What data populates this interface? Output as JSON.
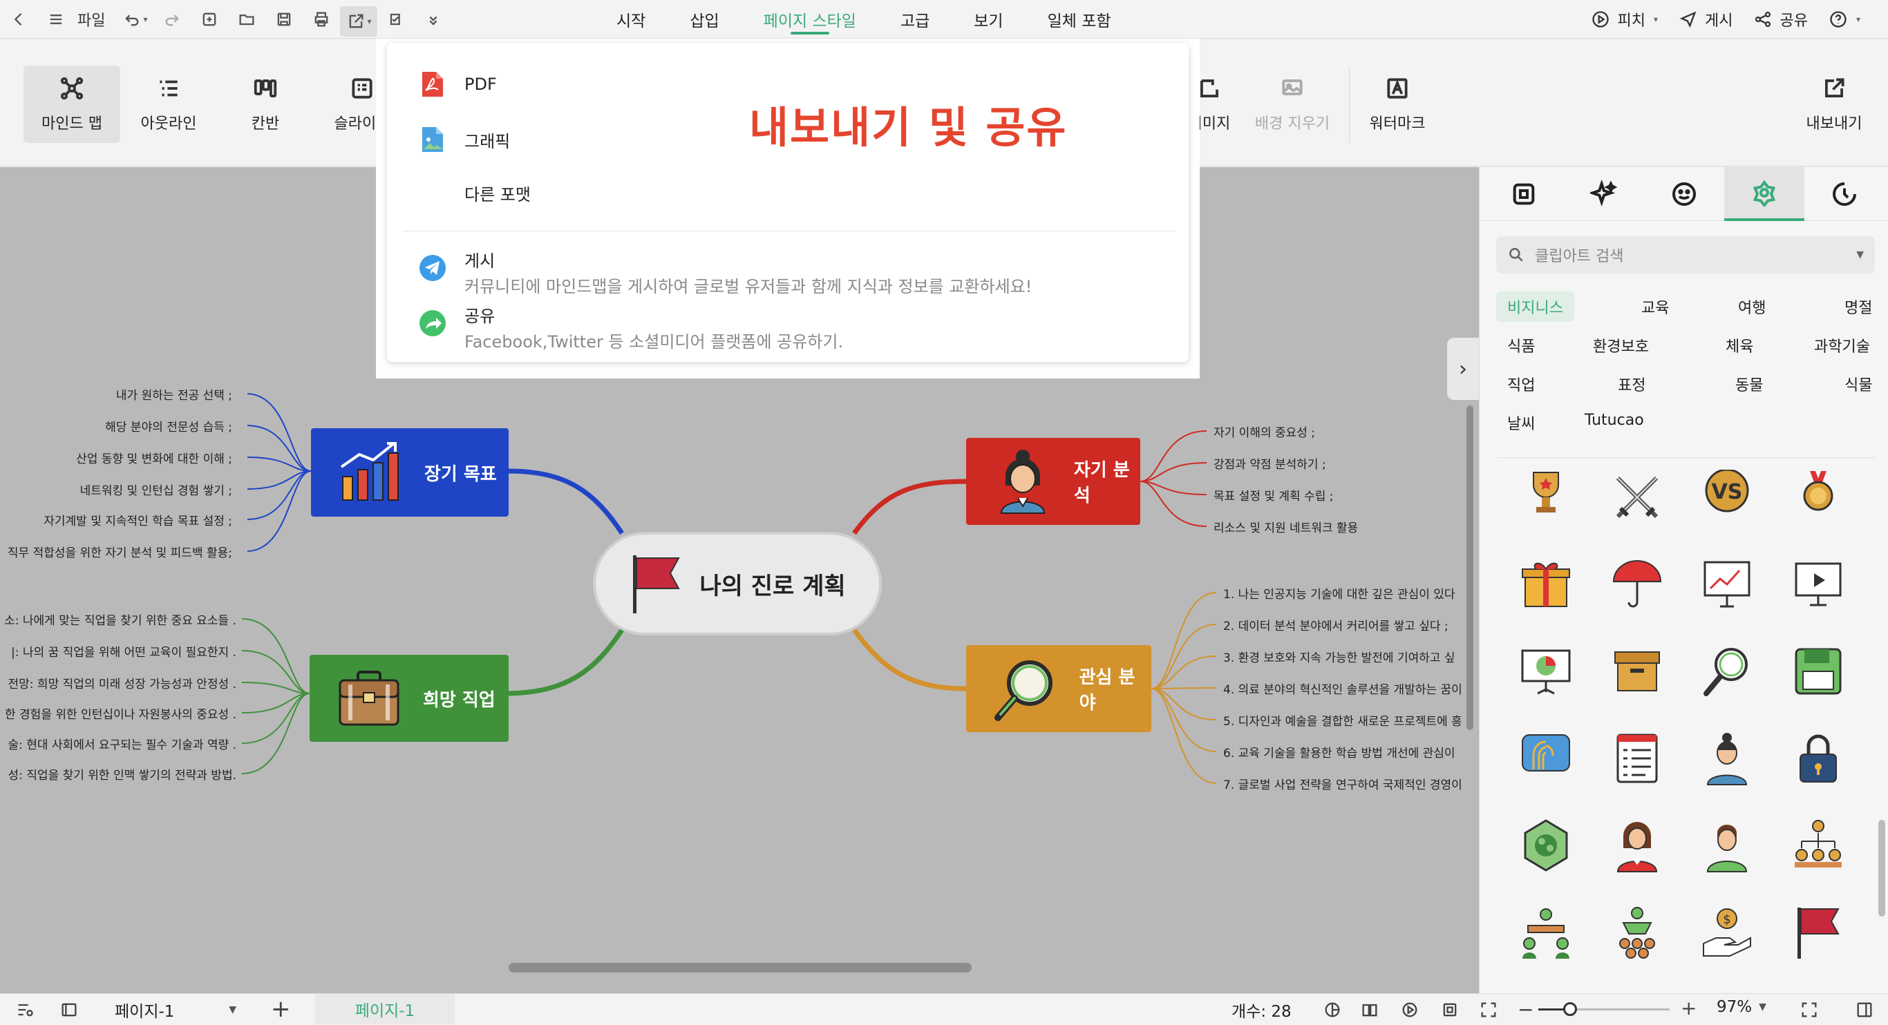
{
  "toolbar": {
    "file_label": "파일",
    "menus": [
      "시작",
      "삽입",
      "페이지 스타일",
      "고급",
      "보기",
      "일체 포함"
    ],
    "active_menu_index": 2,
    "pitch_label": "피치",
    "post_label": "게시",
    "share_label": "공유"
  },
  "ribbon": {
    "items": [
      "마인드 맵",
      "아웃라인",
      "칸반",
      "슬라이드",
      "이미지",
      "배경 지우기",
      "워터마크",
      "내보내기"
    ]
  },
  "export_menu": {
    "title": "내보내기 및 공유",
    "pdf": "PDF",
    "graphic": "그래픽",
    "other_format": "다른 포맷",
    "post_label": "게시",
    "post_desc": "커뮤니티에 마인드맵을 게시하여 글로벌 유저들과 함께 지식과 정보를 교환하세요!",
    "share_label": "공유",
    "share_desc": "Facebook,Twitter 등 소셜미디어 플랫폼에 공유하기."
  },
  "mindmap": {
    "central": "나의 진로 계획",
    "branches": {
      "long_term": "장기 목표",
      "hope_job": "희망 직업",
      "self_analysis": "자기 분석",
      "interest": "관심 분야"
    },
    "colors": {
      "long_term": "#1f45c6",
      "hope_job": "#3f913a",
      "self_analysis": "#cc2a22",
      "interest": "#d3922c"
    },
    "long_term_leaves": [
      "내가 원하는 전공 선택 ;",
      "해당 분야의 전문성 습득 ;",
      "산업 동향 및 변화에 대한 이해 ;",
      "네트워킹 및 인턴십 경험 쌓기 ;",
      "자기계발 및 지속적인 학습 목표 설정 ;",
      "직무 적합성을 위한 자기 분석 및 피드백 활용;"
    ],
    "hope_job_leaves": [
      "소: 나에게 맞는 직업을 찾기 위한 중요 요소들 .",
      "|: 나의 꿈 직업을 위해 어떤 교육이 필요한지 .",
      "전망: 희망 직업의 미래 성장 가능성과 안정성 .",
      "한 경험을 위한 인턴십이나 자원봉사의 중요성 .",
      "술: 현대 사회에서 요구되는 필수 기술과 역량 .",
      "성: 직업을 찾기 위한 인맥 쌓기의 전략과 방법."
    ],
    "self_analysis_leaves": [
      "자기 이해의 중요성 ;",
      "강점과 약점 분석하기 ;",
      "목표 설정 및 계획 수립 ;",
      "리소스 및 지원 네트워크 활용"
    ],
    "interest_leaves": [
      "1. 나는 인공지능 기술에 대한 깊은 관심이 있다",
      "2. 데이터 분석 분야에서 커리어를 쌓고 싶다 ;",
      "3. 환경 보호와 지속 가능한 발전에 기여하고 싶",
      "4. 의료 분야의 혁신적인 솔루션을 개발하는 꿈이",
      "5. 디자인과 예술을 결합한 새로운 프로젝트에 흥",
      "6. 교육 기술을 활용한 학습 방법 개선에 관심이",
      "7. 글로벌 사업 전략을 연구하여 국제적인 경영이"
    ]
  },
  "right_panel": {
    "search_placeholder": "클립아트 검색",
    "categories": [
      "비지니스",
      "교육",
      "여행",
      "명절",
      "식품",
      "환경보호",
      "체육",
      "과학기술",
      "직업",
      "표정",
      "동물",
      "식물",
      "날씨",
      "Tutucao"
    ],
    "active_category": "비지니스",
    "clipart_icons": [
      "trophy-icon",
      "swords-icon",
      "vs-icon",
      "medal-icon",
      "gift-icon",
      "umbrella-icon",
      "chart-board-icon",
      "video-screen-icon",
      "presentation-pie-icon",
      "archive-box-icon",
      "magnifier-icon",
      "floppy-disk-icon",
      "fingerprint-icon",
      "checklist-icon",
      "woman-avatar-icon",
      "padlock-icon",
      "recycle-badge-icon",
      "woman-portrait-icon",
      "man-portrait-icon",
      "org-chart-icon",
      "team-meeting-icon",
      "people-group-icon",
      "hand-coin-icon",
      "red-flag-icon"
    ]
  },
  "statusbar": {
    "page_selector": "페이지-1",
    "active_page_tab": "페이지-1",
    "count_label": "개수: 28",
    "zoom_label": "97%"
  }
}
